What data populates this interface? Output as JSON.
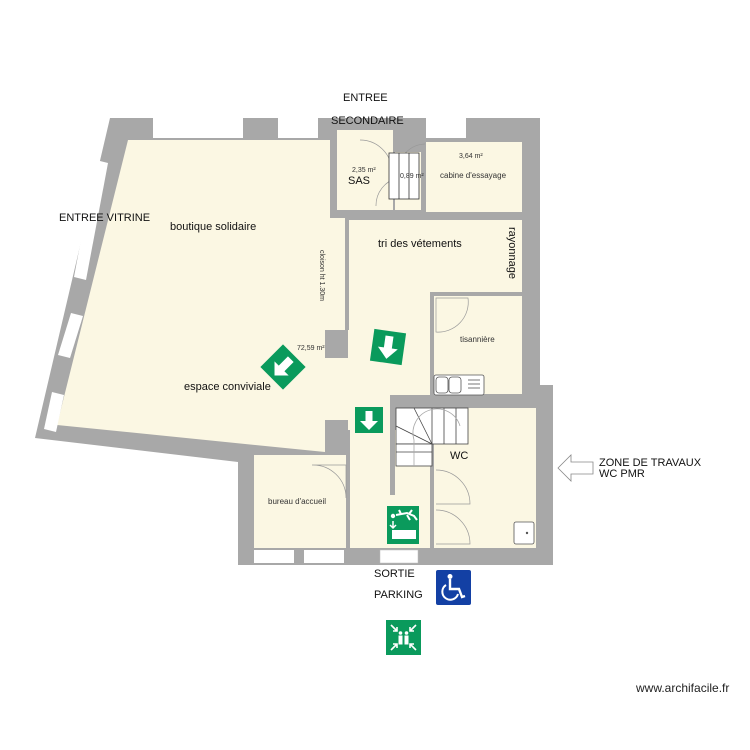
{
  "plan": {
    "colors": {
      "wall": "#a8a8a8",
      "floor": "#fbf7e3",
      "window": "#ffffff",
      "exit_green": "#0a9a5c",
      "pmr_blue": "#1340a4"
    },
    "labels": {
      "entree": "ENTREE",
      "secondaire": "SECONDAIRE",
      "entree_vitrine": "ENTREE VITRINE",
      "sortie": "SORTIE",
      "parking": "PARKING",
      "zone_travaux_1": "ZONE DE TRAVAUX",
      "zone_travaux_2": "WC PMR"
    },
    "rooms": {
      "boutique": {
        "name": "boutique solidaire"
      },
      "espace": {
        "name": "espace conviviale",
        "area": "72,59 m²"
      },
      "cloison": {
        "name": "cloison ht 1.30m"
      },
      "sas": {
        "name": "SAS",
        "area": "2,35 m²"
      },
      "escalier": {
        "area": "0,89 m²"
      },
      "cabine": {
        "name": "cabine d'essayage",
        "area": "3,64 m²"
      },
      "tri": {
        "name": "tri des vétements"
      },
      "rayonnage": {
        "name": "rayonnage"
      },
      "tisanniere": {
        "name": "tisannière"
      },
      "wc": {
        "name": "WC"
      },
      "bureau": {
        "name": "bureau d'accueil"
      }
    },
    "icons": [
      "exit-arrow-diagonal-icon",
      "exit-arrow-down-icon",
      "exit-arrow-down-icon",
      "emergency-exit-running-man-icon",
      "wheelchair-accessible-icon",
      "assembly-point-icon",
      "arrow-left-outline-icon"
    ]
  },
  "footer": {
    "credit": "www.archifacile.fr"
  }
}
